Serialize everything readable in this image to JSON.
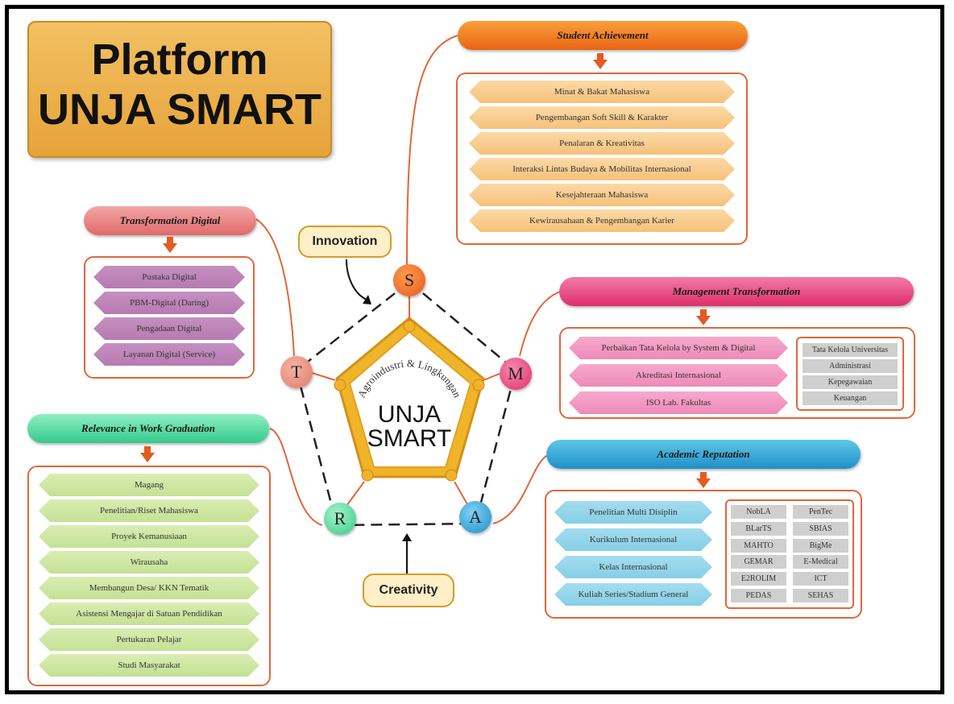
{
  "title": {
    "line1": "Platform",
    "line2": "UNJA SMART"
  },
  "center": {
    "arc_text": "Agroindustri & Lingkungan",
    "line1": "UNJA",
    "line2": "SMART"
  },
  "nodes": {
    "s": "S",
    "m": "M",
    "a": "A",
    "r": "R",
    "t": "T"
  },
  "innovation": "Innovation",
  "creativity": "Creativity",
  "student_achievement": {
    "title": "Student Achievement",
    "items": [
      "Minat & Bakat Mahasiswa",
      "Pengembangan Soft Skill & Karakter",
      "Penalaran & Kreativitas",
      "Interaksi Lintas Budaya & Mobilitas Internasional",
      "Kesejahteraan Mahasiswa",
      "Kewirausahaan & Pengembangan Karier"
    ]
  },
  "transformation_digital": {
    "title": "Transformation Digital",
    "items": [
      "Pustaka Digital",
      "PBM-Digital (Daring)",
      "Pengadaan Digital",
      "Layanan Digital (Service)"
    ]
  },
  "management_transformation": {
    "title": "Management Transformation",
    "items": [
      "Perbaikan Tata Kelola by System & Digital",
      "Akreditasi Internasional",
      "ISO Lab. Fakultas"
    ],
    "side": [
      "Tata Kelola Universitas",
      "Administrasi",
      "Kepegawaian",
      "Keuangan"
    ]
  },
  "academic_reputation": {
    "title": "Academic Reputation",
    "items": [
      "Penelitian Multi Disiplin",
      "Kurikulum Internasional",
      "Kelas Internasional",
      "Kuliah Series/Stadium General"
    ],
    "side": [
      "NobLA",
      "PenTec",
      "BLarTS",
      "SBIAS",
      "MAHTO",
      "BigMe",
      "GEMAR",
      "E-Medical",
      "E2ROLIM",
      "ICT",
      "PEDAS",
      "SEHAS"
    ]
  },
  "relevance": {
    "title": "Relevance in Work Graduation",
    "items": [
      "Magang",
      "Penelitian/Riset Mahasiswa",
      "Proyek Kemanusiaan",
      "Wirausaha",
      "Membangun Desa/ KKN Tematik",
      "Asistensi Mengajar di Satuan Pendidikan",
      "Pertukaran Pelajar",
      "Studi Masyarakat"
    ]
  },
  "colors": {
    "orange": "#e25b22",
    "gold": "#f0b429",
    "pink": "#e8407a",
    "blue": "#2a9fd6",
    "green": "#4fd19a"
  }
}
